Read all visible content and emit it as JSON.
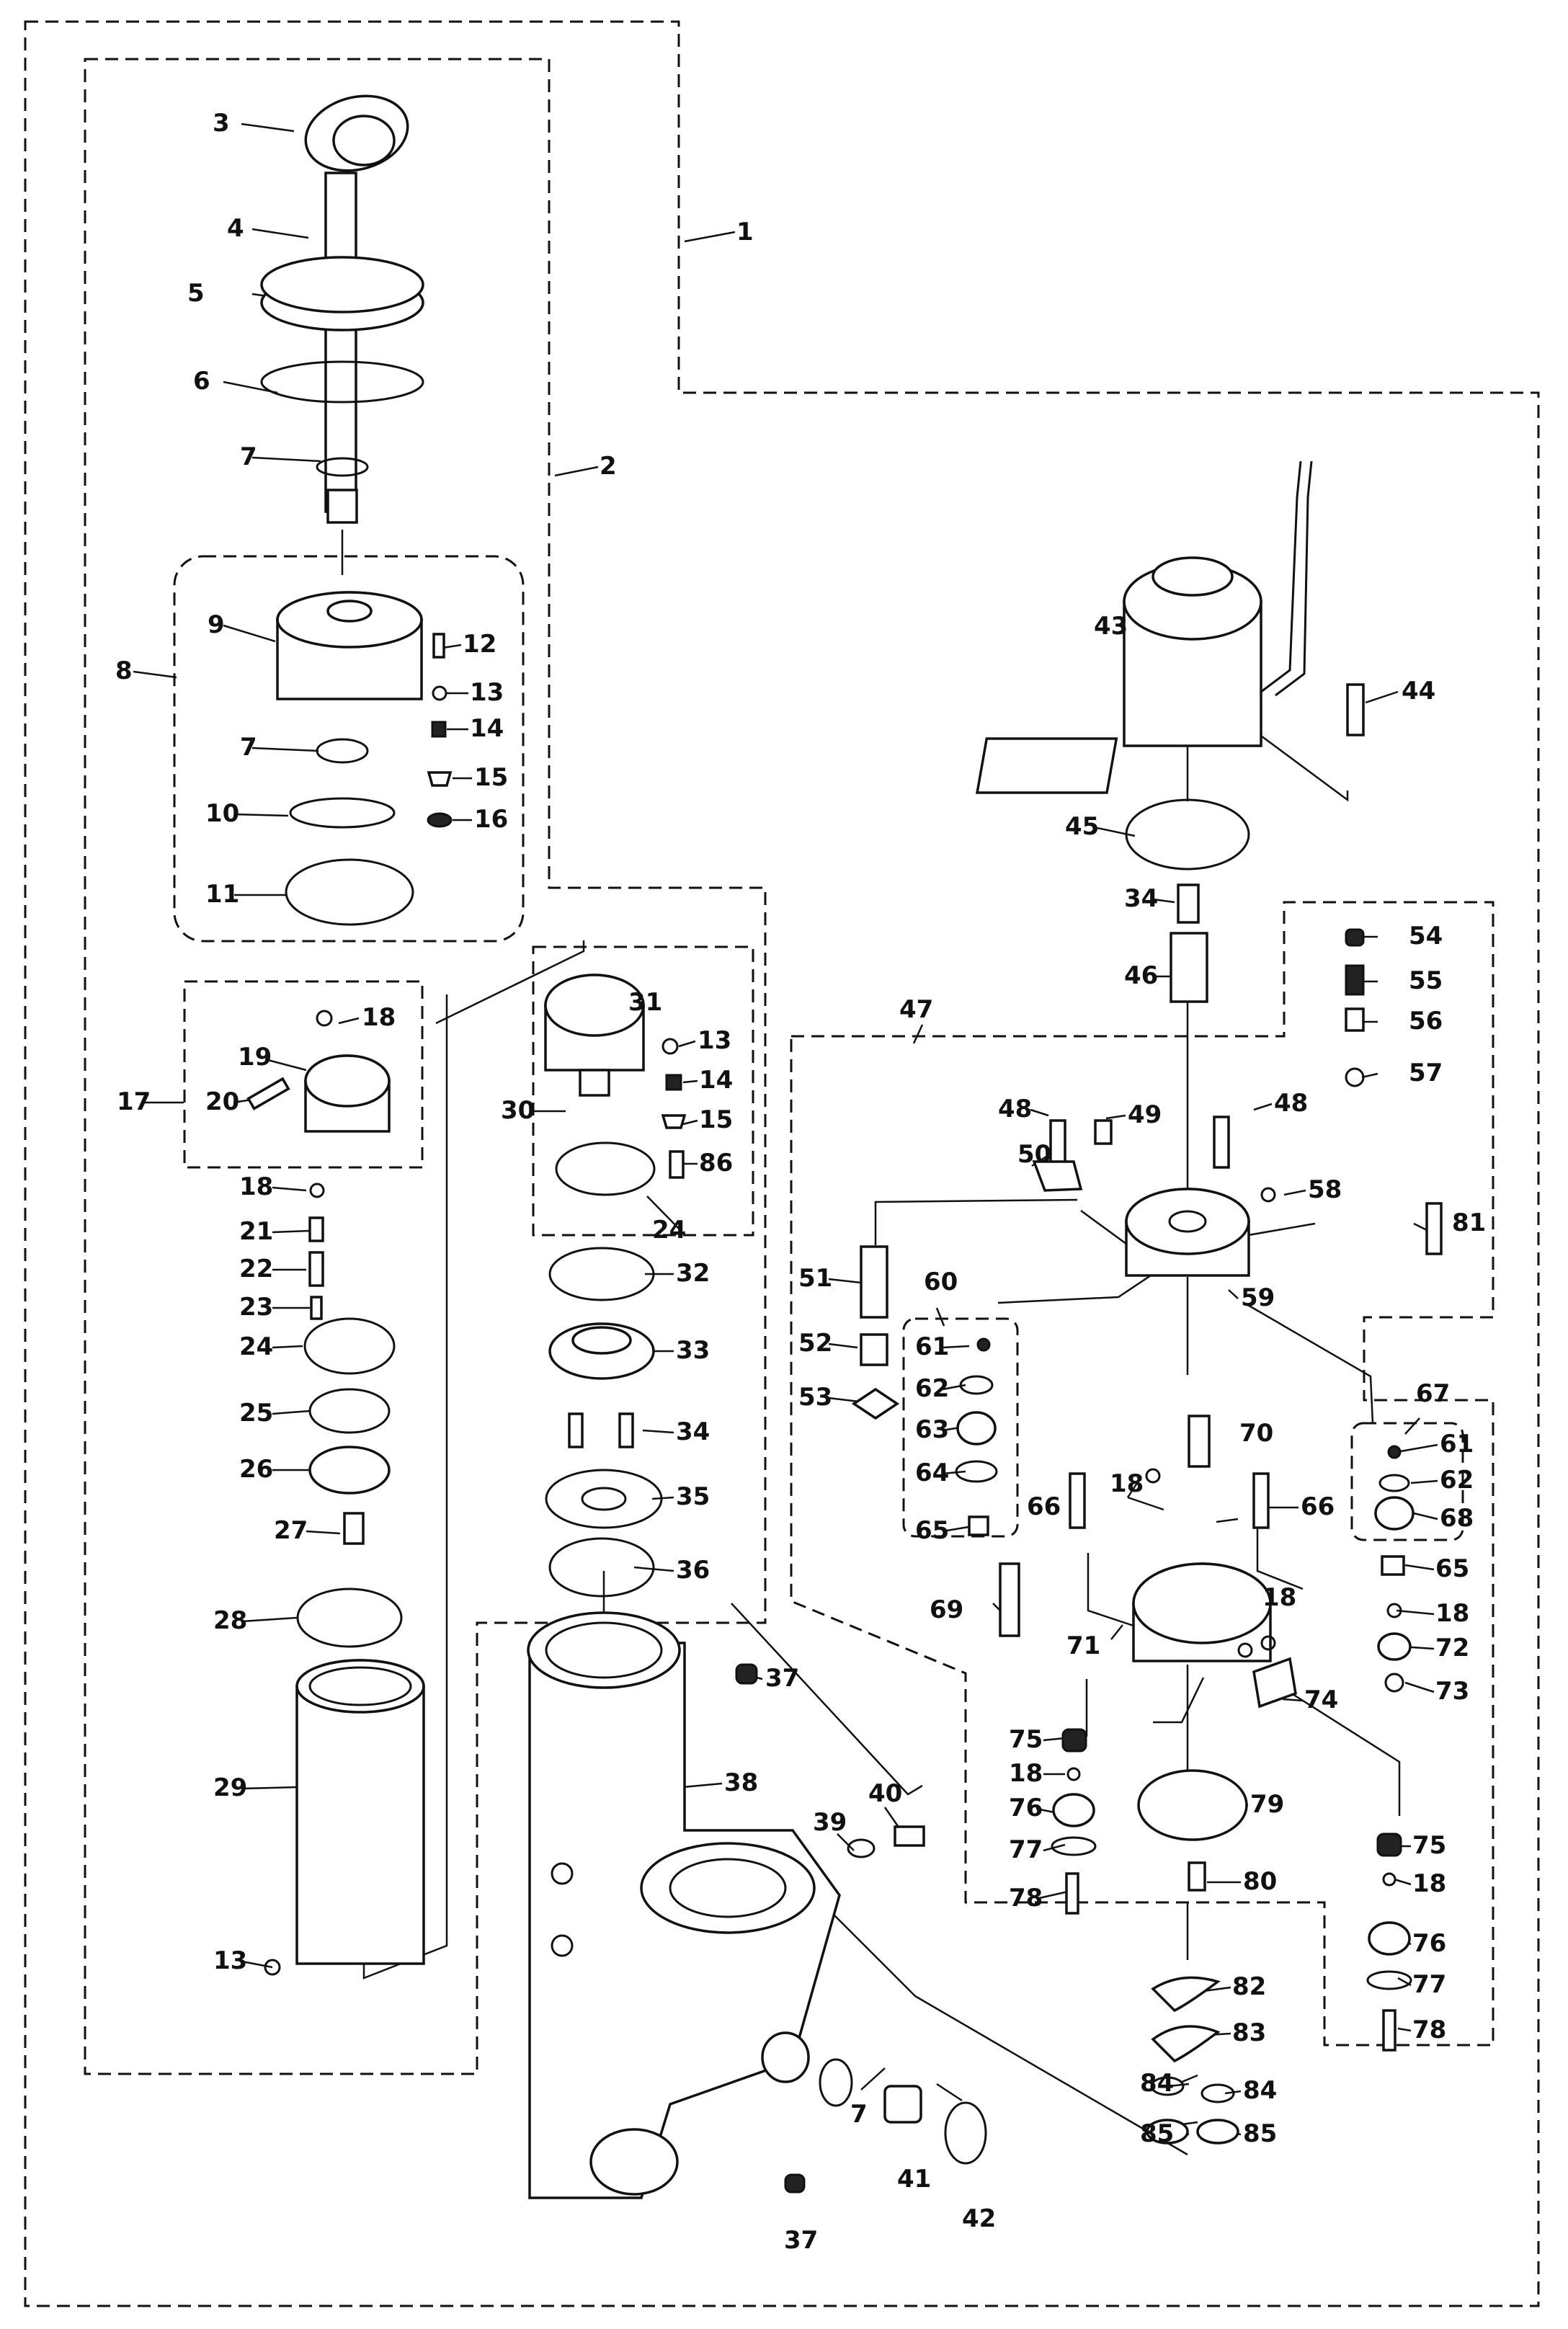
{
  "labels": {
    "p1": "1",
    "p2": "2",
    "p3": "3",
    "p4": "4",
    "p5": "5",
    "p6": "6",
    "p7a": "7",
    "p7b": "7",
    "p7c": "7",
    "p8": "8",
    "p9": "9",
    "p10": "10",
    "p11": "11",
    "p12": "12",
    "p13a": "13",
    "p13b": "13",
    "p13c": "13",
    "p14a": "14",
    "p14b": "14",
    "p15a": "15",
    "p15b": "15",
    "p16": "16",
    "p17": "17",
    "p18a": "18",
    "p18b": "18",
    "p18c": "18",
    "p18d": "18",
    "p18e": "18",
    "p18f": "18",
    "p18g": "18",
    "p19": "19",
    "p20": "20",
    "p21": "21",
    "p22": "22",
    "p23": "23",
    "p24a": "24",
    "p24b": "24",
    "p25": "25",
    "p26": "26",
    "p27": "27",
    "p28": "28",
    "p29": "29",
    "p30": "30",
    "p31": "31",
    "p32": "32",
    "p33": "33",
    "p34a": "34",
    "p34b": "34",
    "p35": "35",
    "p36": "36",
    "p37a": "37",
    "p37b": "37",
    "p38": "38",
    "p39": "39",
    "p40": "40",
    "p41": "41",
    "p42": "42",
    "p43": "43",
    "p44": "44",
    "p45": "45",
    "p46": "46",
    "p47": "47",
    "p48a": "48",
    "p48b": "48",
    "p49": "49",
    "p50": "50",
    "p51": "51",
    "p52": "52",
    "p53": "53",
    "p54": "54",
    "p55": "55",
    "p56": "56",
    "p57": "57",
    "p58": "58",
    "p59": "59",
    "p60": "60",
    "p61a": "61",
    "p61b": "61",
    "p62a": "62",
    "p62b": "62",
    "p63": "63",
    "p64": "64",
    "p65a": "65",
    "p65b": "65",
    "p66a": "66",
    "p66b": "66",
    "p67": "67",
    "p68": "68",
    "p69": "69",
    "p70": "70",
    "p71": "71",
    "p72": "72",
    "p73": "73",
    "p74": "74",
    "p75a": "75",
    "p75b": "75",
    "p76a": "76",
    "p76b": "76",
    "p77a": "77",
    "p77b": "77",
    "p78a": "78",
    "p78b": "78",
    "p79": "79",
    "p80": "80",
    "p81": "81",
    "p82": "82",
    "p83": "83",
    "p84a": "84",
    "p84b": "84",
    "p85a": "85",
    "p85b": "85",
    "p86": "86"
  }
}
